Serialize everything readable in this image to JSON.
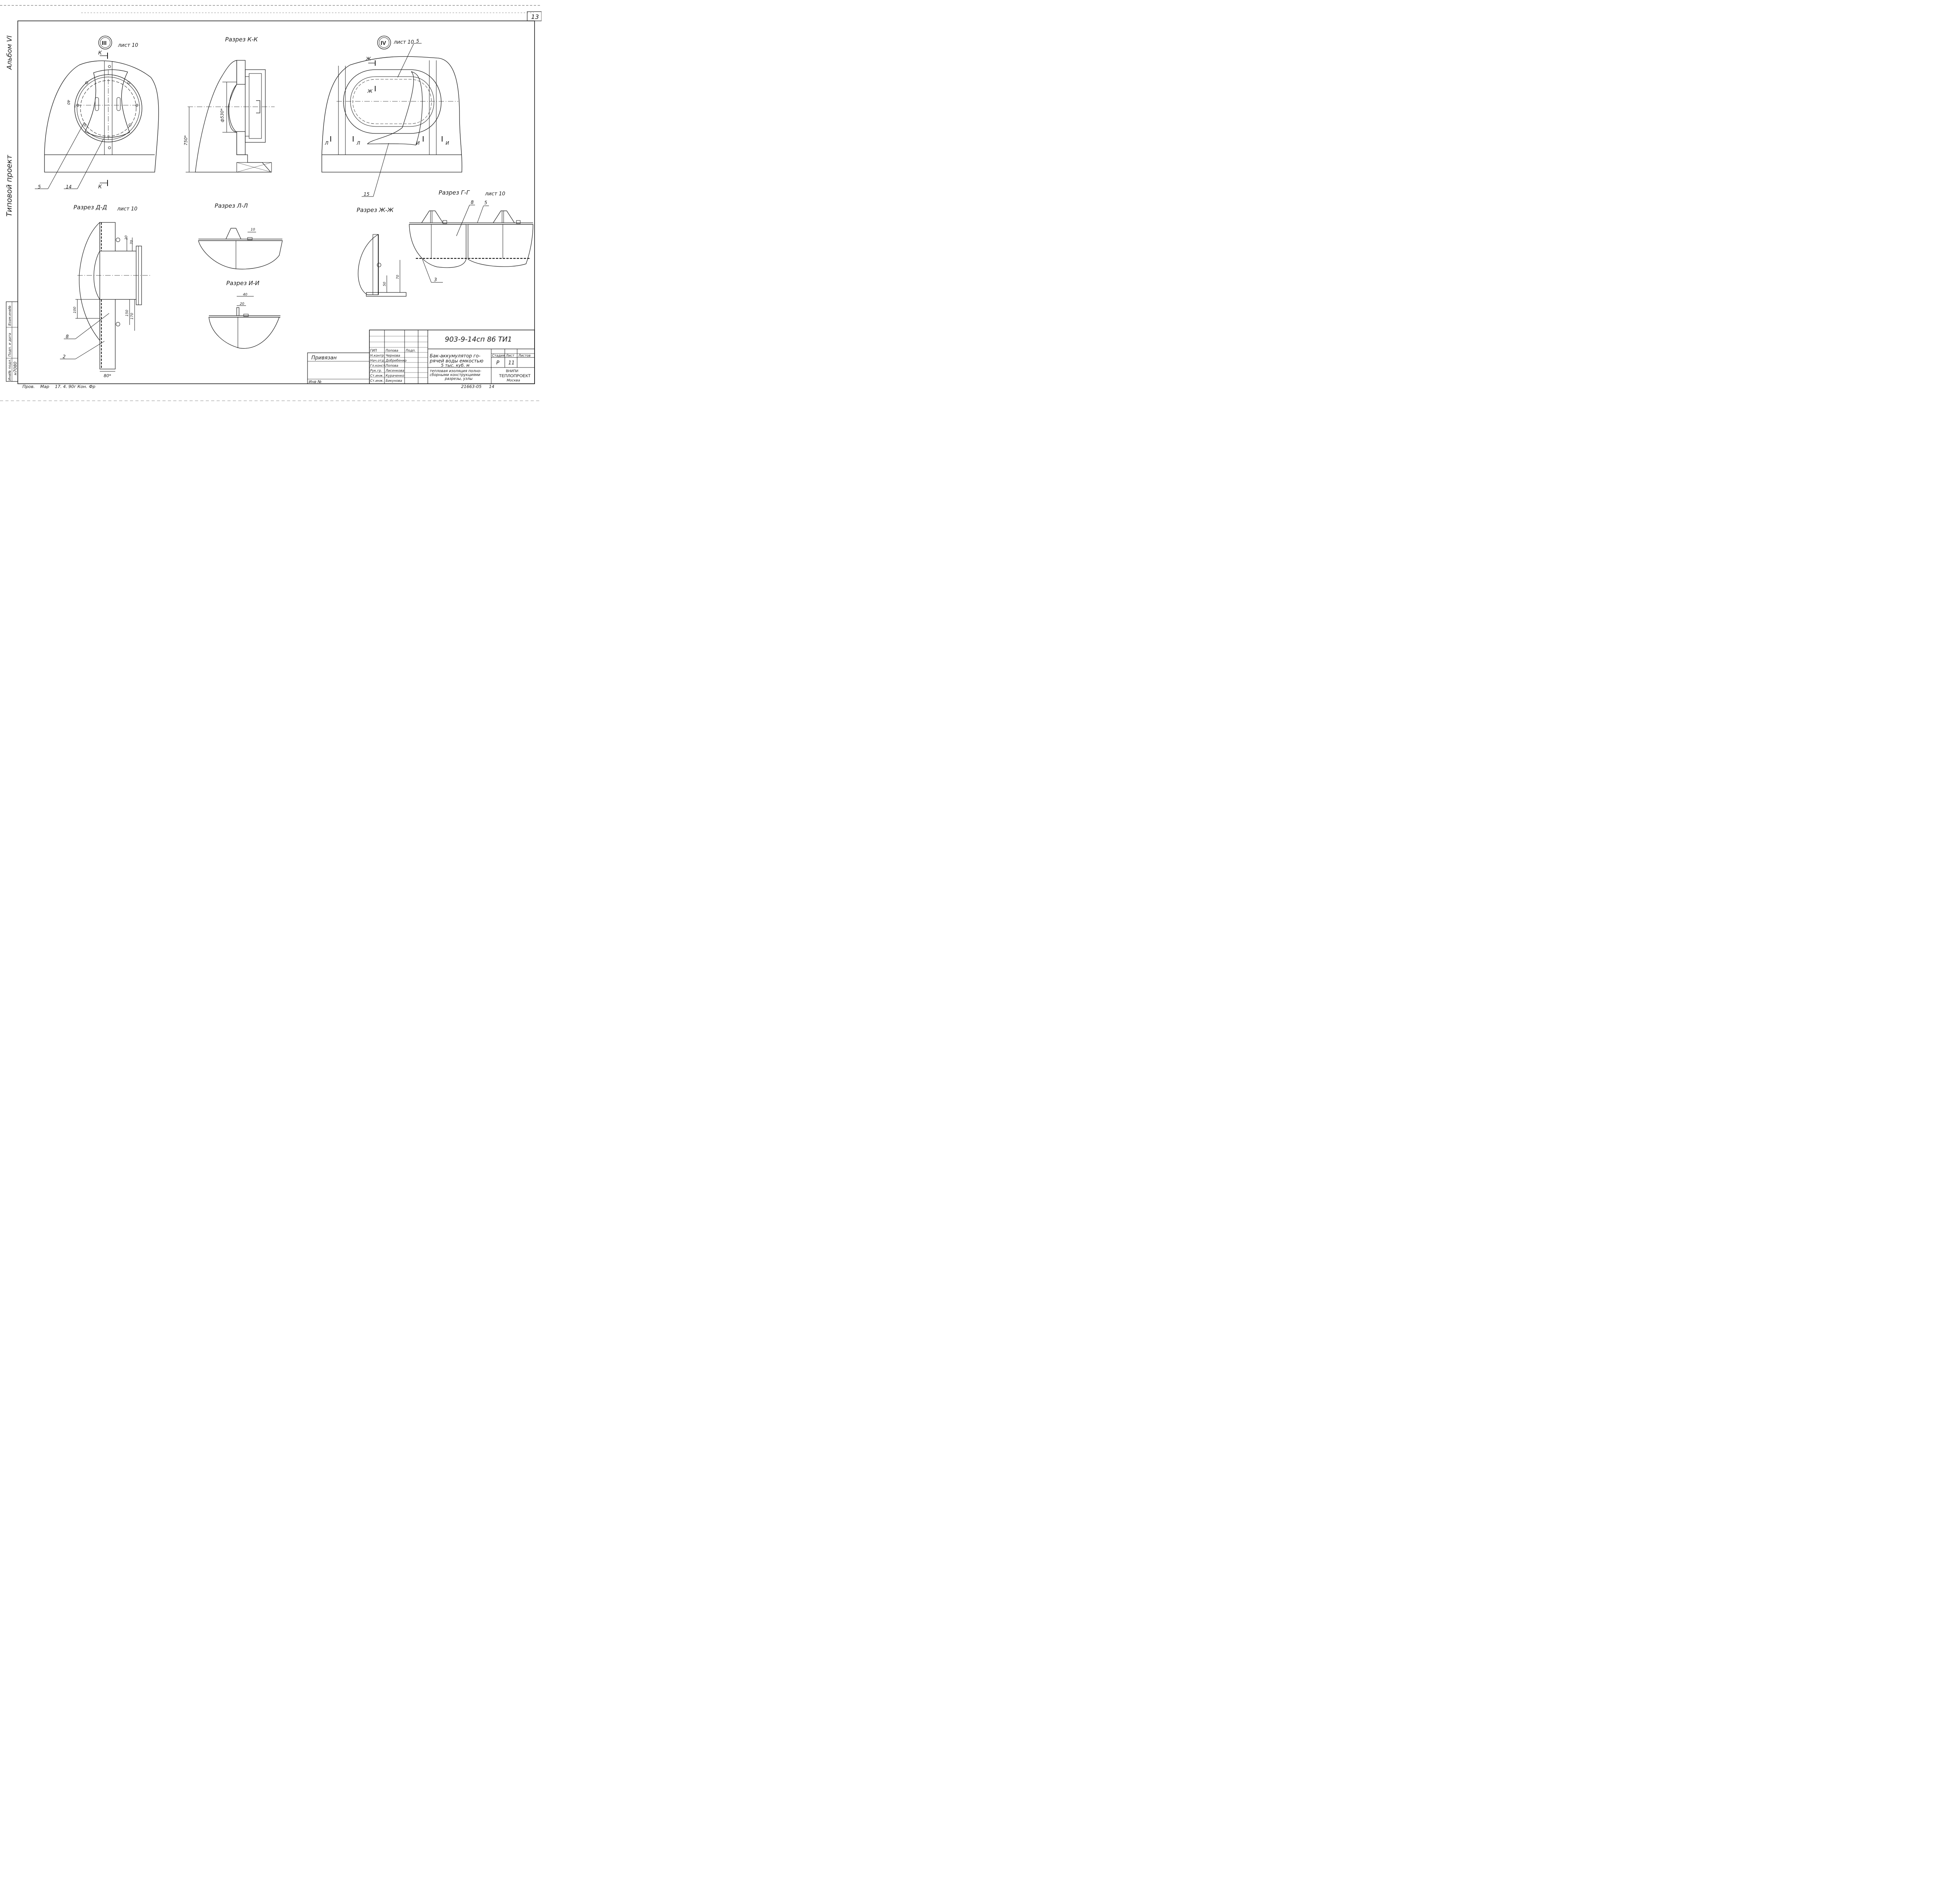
{
  "sheet": {
    "page_number": "13",
    "side_album": "Альбом VI",
    "side_project": "Типовой проект"
  },
  "views": {
    "node3": {
      "mark": "III",
      "ref": "лист 10",
      "cut_letter": "К",
      "dim": "40"
    },
    "kk": {
      "title": "Разрез К-К",
      "dim_diam": "ф530*",
      "dim_h": "750*"
    },
    "node4": {
      "mark": "IV",
      "ref": "лист 10",
      "cut_zh": "Ж",
      "cut_l": "Л",
      "cut_i": "И"
    },
    "dd": {
      "title": "Разрез Д-Д",
      "ref": "лист 10",
      "dims": [
        "20",
        "70",
        "100",
        "150",
        "170",
        "80*"
      ]
    },
    "ll": {
      "title": "Разрез Л-Л",
      "dim": "10"
    },
    "ii": {
      "title": "Разрез И-И",
      "dims": [
        "40",
        "20"
      ]
    },
    "zhzh": {
      "title": "Разрез Ж-Ж",
      "dims": [
        "50",
        "70"
      ]
    },
    "gg": {
      "title": "Разрез Г-Г",
      "ref": "лист 10"
    }
  },
  "callouts": [
    "5",
    "14",
    "15",
    "5",
    "8",
    "5",
    "3",
    "8",
    "2"
  ],
  "stamp": {
    "code": "903-9-14сп 86 ТИ1",
    "privyazan": "Привязан",
    "inv_no": "Инв №",
    "roles": [
      "ГИП",
      "Н.контр",
      "Нач.отд.",
      "Гл.конст.",
      "Рук.гр.",
      "Ст.инж.",
      "Ст.инж."
    ],
    "names": [
      "Попова",
      "Чернова",
      "Добребенко",
      "Попова",
      "Лисенкова",
      "Кураченко",
      "Бикунова"
    ],
    "podp_header": "Подп.",
    "title1": "Бак-аккумулятор го-",
    "title2": "рячей воды емкостью",
    "title3": "5 тыс. куб. м",
    "sub1": "тепловая изоляция полно-",
    "sub2": "сборными конструкциями",
    "sub3": "разрезы, узлы",
    "stage_h": "Стадия",
    "sheet_h": "Лист",
    "sheets_h": "Листов",
    "stage": "Р",
    "sheet_no": "11",
    "org1": "ВНИПИ",
    "org2": "ТЕПЛОПРОЕКТ",
    "org3": "Москва",
    "order": "21663-05",
    "order_sheet": "14"
  },
  "left_strip": {
    "inv_podl": "Инв№ подл.",
    "podp_data": "Подп. и дата",
    "vzam": "Взам.инв№",
    "inv_val": "н7080"
  },
  "footer": {
    "prov": "Пров.",
    "sig": "Мар",
    "date": "17. 4. 90г Кон.",
    "tail": "Фр"
  }
}
